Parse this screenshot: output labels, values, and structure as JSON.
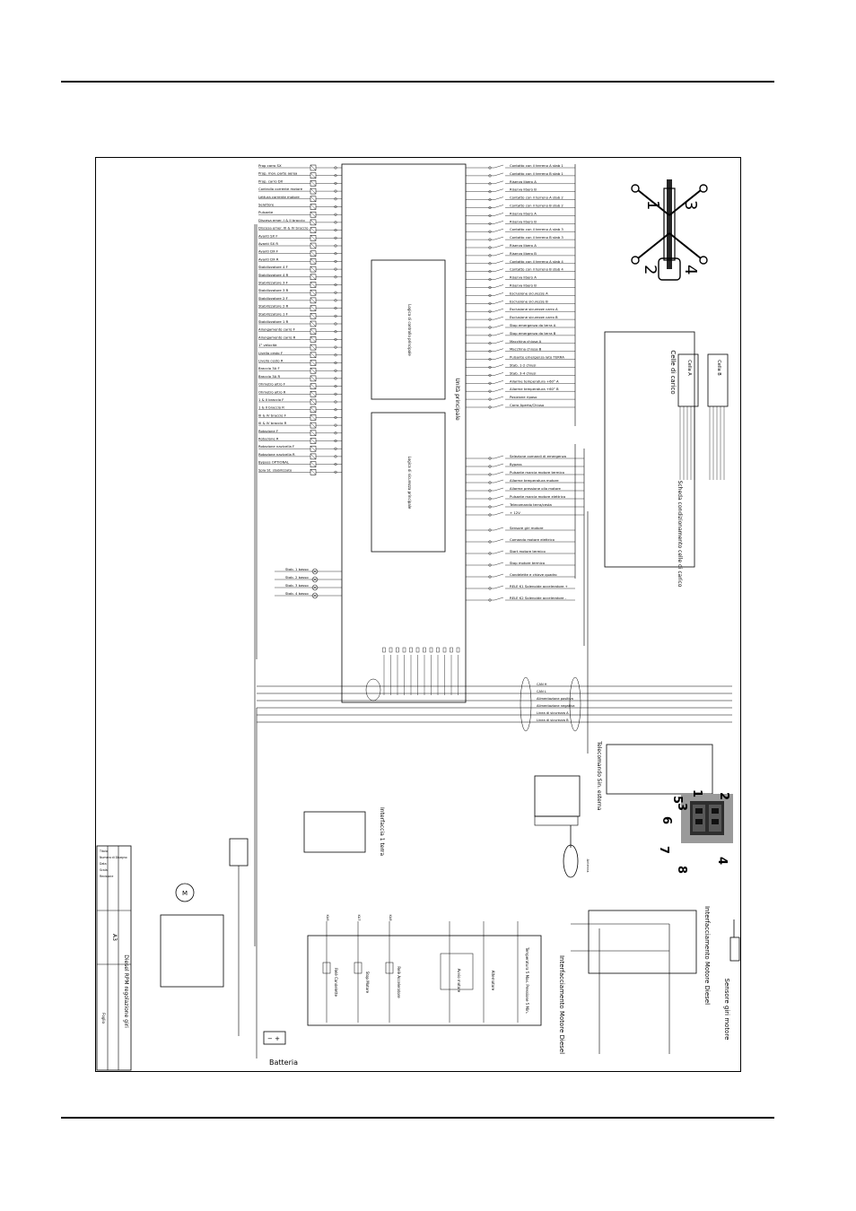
{
  "diagram": {
    "main_unit_label": "Unità principale",
    "control_box_1_label": "Logica di controllo principale",
    "control_box_2_label": "Logica di sicurezza principale",
    "charge_card_label": "Scheda condizionamento celle di carico",
    "load_cells_label": "Celle di carico",
    "cell_a_label": "Cella A",
    "cell_b_label": "Cella B",
    "radio_remote_label": "Telecomando Sin. esterna",
    "ground_remote_label": "Interfaccia 1 terra",
    "battery_label": "Batteria",
    "diesel_interlock_label": "Interfacciamento Motore Diesel",
    "diesel_interlock_label_2": "Interfacciamento Motore Diesel",
    "rpm_sensor_label": "Sensore giri motore",
    "antenna_label": "Antenna",
    "title_block": {
      "title": "Diesel RPM regolazione giri",
      "format": "A3",
      "sheet_label": "Foglio",
      "rows": [
        "Titolo",
        "Numero di Disegno",
        "Data",
        "Scala",
        "Revisione"
      ]
    },
    "outrigger_numbers": [
      "1",
      "3",
      "2",
      "4"
    ],
    "connector_numbers": [
      "1",
      "2",
      "3",
      "4",
      "5",
      "6",
      "7",
      "8"
    ],
    "left_inputs": [
      "Prop carro SX",
      "Prop. mov. parte aerea",
      "Prop. carro DX",
      "Controllo corrente motore",
      "Lettura corrente motore",
      "Selettore",
      "Pulsante",
      "Discesa emer. I & II braccio",
      "Discesa emer. III & IV braccio",
      "Avanti SX F",
      "Avanti SX R",
      "Avanti DX F",
      "Avanti DX R",
      "Stabilizzatore 4 F",
      "Stabilizzatore 4 R",
      "Stabilizzatore 3 F",
      "Stabilizzatore 3 R",
      "Stabilizzatore 2 F",
      "Stabilizzatore 2 R",
      "Stabilizzatore 1 F",
      "Stabilizzatore 1 R",
      "Allungamento carro F",
      "Allungamento carro R",
      "1° velocità",
      "Livello cesto F",
      "Livello cesto R",
      "Braccio 3A F",
      "Braccio 3A R",
      "Ohmetro altro F",
      "Ohmetro altro R",
      "1 & II braccio F",
      "1 & II braccio R",
      "III & IV braccio F",
      "III & IV braccio R",
      "Rotazione F",
      "Rotazione R",
      "Rotazione navicella F",
      "Rotazione navicella R",
      "Bypass OPTIONAL",
      "Spia St. stabilizzato"
    ],
    "lamp_labels": [
      "Stab. 1 basso",
      "Stab. 2 basso",
      "Stab. 3 basso",
      "Stab. 4 basso"
    ],
    "right_outputs": [
      "Contatto con il terreno A stab 1",
      "Contatto con il terreno B stab 1",
      "Riserva libero A",
      "Riserva libero B",
      "Contatto con il terreno A stab 2",
      "Contatto con il terreno B stab 2",
      "Riserva libero A",
      "Riserva libero B",
      "Contatto con il terreno A stab 3",
      "Contatto con il terreno B stab 3",
      "Riserva libero A",
      "Riserva libero B",
      "Contatto con il terreno A stab 4",
      "Contatto con il terreno B stab 4",
      "Riserva libero A",
      "Riserva libero B",
      "Esclusione sicurezze A",
      "Esclusione sicurezze B",
      "Esclusione sicurezze carro A",
      "Esclusione sicurezze carro B",
      "Stop emergenza da terra A",
      "Stop emergenza da terra B",
      "Macchina chiusa A",
      "Macchina chiusa B",
      "Pulsante emergenza lato TERRA",
      "Stab. 1-2 chiusi",
      "Stab. 3-4 chiusi",
      "Allarme temperatura +60° A",
      "Allarme temperatura +60° B",
      "Posizione riposo",
      "Carro Aperto/Chiuso"
    ],
    "right_outputs_2": [
      "Selezione comandi di emergenza",
      "Bypass",
      "Pulsante marcia motore termico",
      "Allarme temperatura motore",
      "Allarme pressione olio motore",
      "Pulsante marcia motore elettrico",
      "Telecomando terra/cesta",
      "+ 12V"
    ],
    "right_outputs_3": [
      "Sensore giri motore",
      "Comando motore elettrico",
      "Start motore termico",
      "Stop motore termico",
      "Candelette e chiave quadro",
      "RELE K1 Solenoide acceleratore +",
      "RELE K2 Solenoide acceleratore -"
    ],
    "bus_labels": [
      "CAN H",
      "CAN L",
      "Alimentazione positiva",
      "Alimentazione negativa",
      "Linea di sicurezza A",
      "Linea di sicurezza B"
    ],
    "relay_labels": [
      "Relè Candelette",
      "Stop Motore",
      "Relè Acceleratore"
    ],
    "relay_wires": [
      "KA6",
      "KA7",
      "KA8"
    ],
    "starter_labels": [
      "Avvio motore",
      "Alternatore",
      "Temperatura 5 Max. Pressione 5 Min."
    ]
  }
}
